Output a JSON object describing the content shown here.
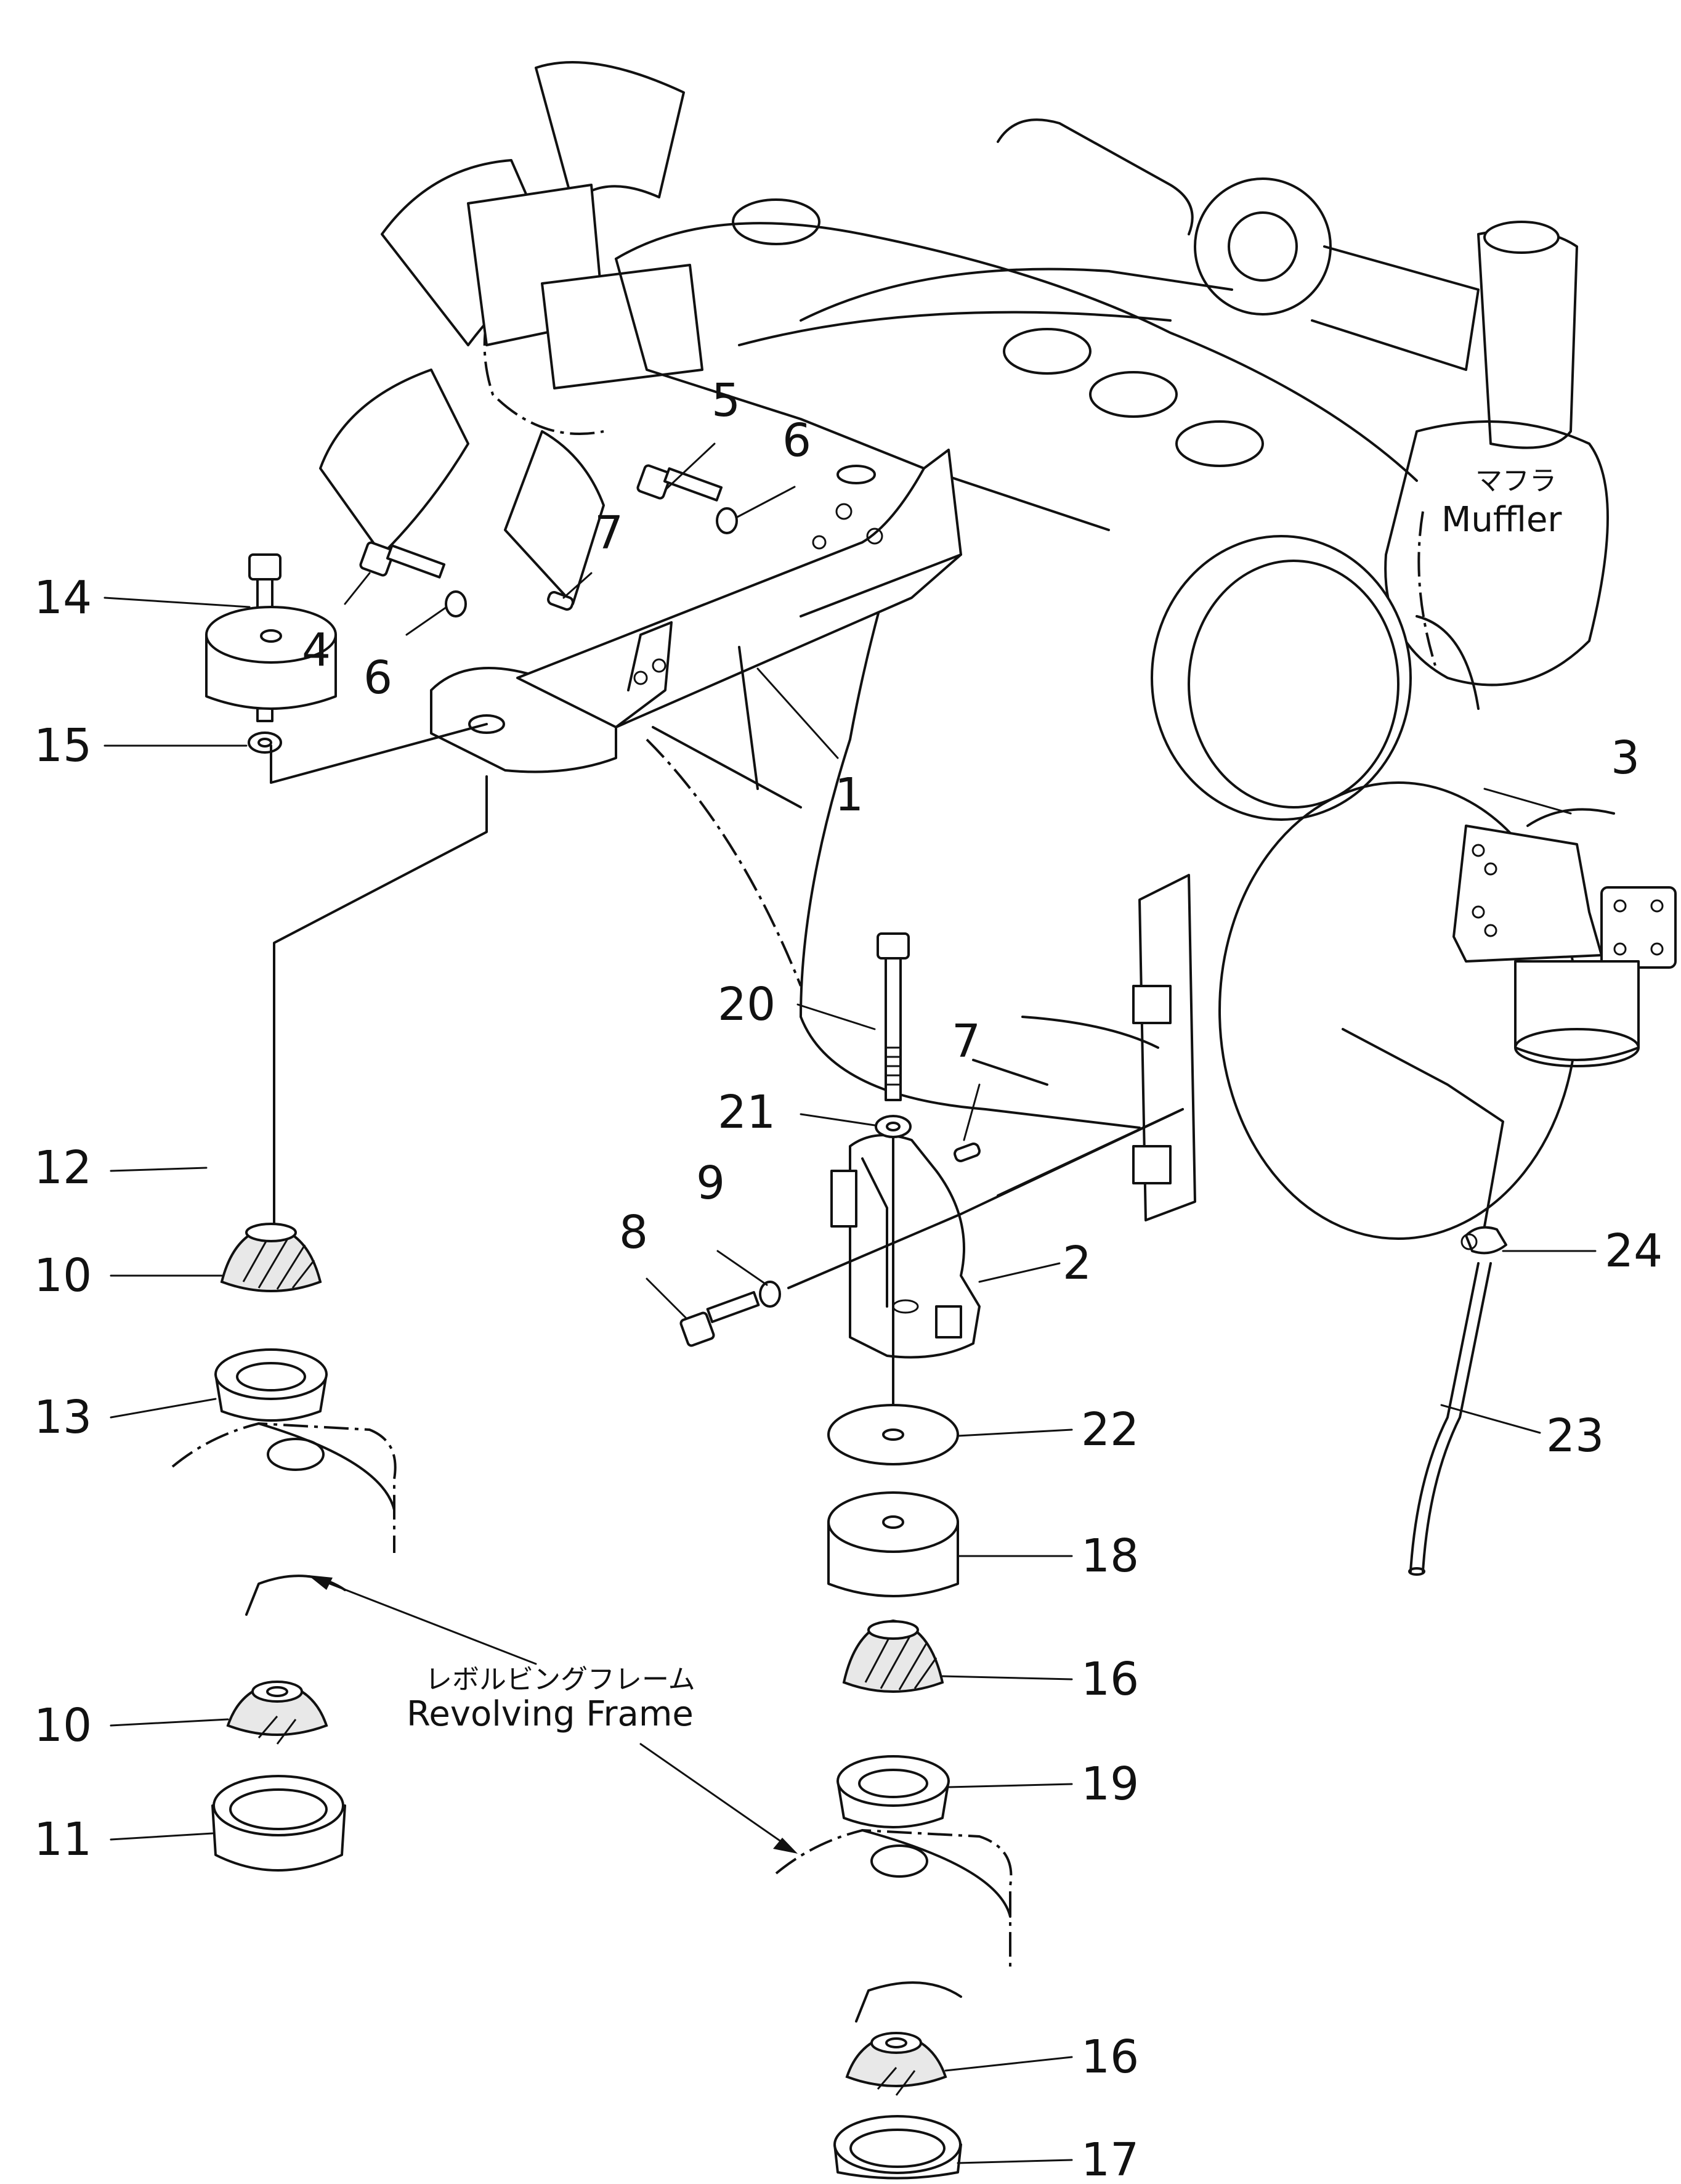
{
  "labels": {
    "muffler_jp": "マフラ",
    "muffler_en": "Muffler",
    "frame_jp": "レボルビングフレーム",
    "frame_en": "Revolving Frame"
  },
  "callouts": [
    {
      "key": "c1",
      "text": "1"
    },
    {
      "key": "c2",
      "text": "2"
    },
    {
      "key": "c3",
      "text": "3"
    },
    {
      "key": "c4",
      "text": "4"
    },
    {
      "key": "c5",
      "text": "5"
    },
    {
      "key": "c6a",
      "text": "6"
    },
    {
      "key": "c6b",
      "text": "6"
    },
    {
      "key": "c7a",
      "text": "7"
    },
    {
      "key": "c7b",
      "text": "7"
    },
    {
      "key": "c8",
      "text": "8"
    },
    {
      "key": "c9",
      "text": "9"
    },
    {
      "key": "c10a",
      "text": "10"
    },
    {
      "key": "c10b",
      "text": "10"
    },
    {
      "key": "c11",
      "text": "11"
    },
    {
      "key": "c12",
      "text": "12"
    },
    {
      "key": "c13",
      "text": "13"
    },
    {
      "key": "c14",
      "text": "14"
    },
    {
      "key": "c15",
      "text": "15"
    },
    {
      "key": "c16a",
      "text": "16"
    },
    {
      "key": "c16b",
      "text": "16"
    },
    {
      "key": "c17",
      "text": "17"
    },
    {
      "key": "c18",
      "text": "18"
    },
    {
      "key": "c19",
      "text": "19"
    },
    {
      "key": "c20",
      "text": "20"
    },
    {
      "key": "c21",
      "text": "21"
    },
    {
      "key": "c22",
      "text": "22"
    },
    {
      "key": "c23",
      "text": "23"
    },
    {
      "key": "c24",
      "text": "24"
    }
  ]
}
